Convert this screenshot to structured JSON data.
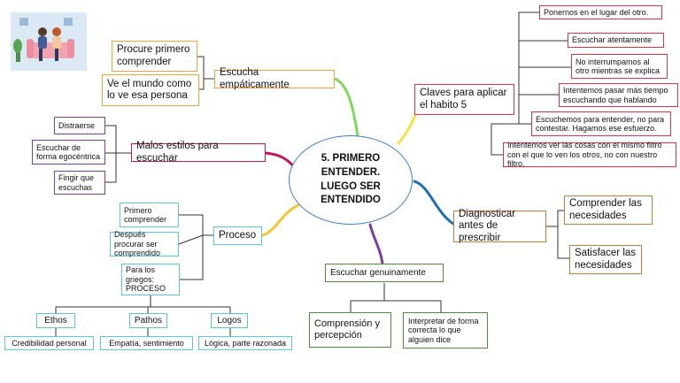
{
  "center_topic": "5. PRIMERO ENTENDER. LUEGO SER ENTENDIDO",
  "empatica": {
    "title": "Escucha empáticamente",
    "items": [
      "Procure primero comprender",
      "Ve el mundo como lo ve esa persona"
    ]
  },
  "malos": {
    "title": "Malos estilos para escuchar",
    "items": [
      "Distraerse",
      "Escuchar de forma egocéntrica",
      "Fingir que escuchas"
    ]
  },
  "proceso": {
    "title": "Proceso",
    "items": [
      "Primero comprender",
      "Después procurar ser comprendido",
      "Para los griegos: PROCESO"
    ],
    "griegos": [
      {
        "name": "Ethos",
        "desc": "Credibilidad personal"
      },
      {
        "name": "Pathos",
        "desc": "Empatía, sentimiento"
      },
      {
        "name": "Logos",
        "desc": "Lógica, parte razonada"
      }
    ]
  },
  "genuina": {
    "title": "Escuchar genuinamente",
    "items": [
      "Comprensión y percepción",
      "Interpretar de forma correcta lo que alguien dice"
    ]
  },
  "diagnosticar": {
    "title": "Diagnosticar antes de prescribir",
    "items": [
      "Comprender las necesidades",
      "Satisfacer las necesidades"
    ]
  },
  "claves": {
    "title": "Claves para aplicar el habito 5",
    "items": [
      "Ponernos en el lugar del otro.",
      "Escuchar atentamente",
      "No interrumpamos al otro mientras se explica",
      "Intentemos pasar más tiempo escuchando que hablando",
      "Escuchemos para entender, no para contestar. Hagamos ese esfuerzo.",
      "Intentemos ver las cosas con el mismo filtro con el que lo ven los otros, no con nuestro filtro."
    ]
  },
  "colors": {
    "hub": "#3d7fc1",
    "empatica": "#f2a23a",
    "empatica_branch": "#7ed957",
    "malos": "#c2185b",
    "proceso_branch": "#f5c431",
    "proceso": "#59c7d6",
    "genuina_branch": "#7b3f9e",
    "genuina": "#4e8c3a",
    "diagnosticar_branch": "#1f6fb2",
    "diagnosticar": "#c77a3d",
    "claves_branch": "#f2e14a",
    "claves": "#d8344a"
  },
  "illustration": "two-people-on-sofa"
}
